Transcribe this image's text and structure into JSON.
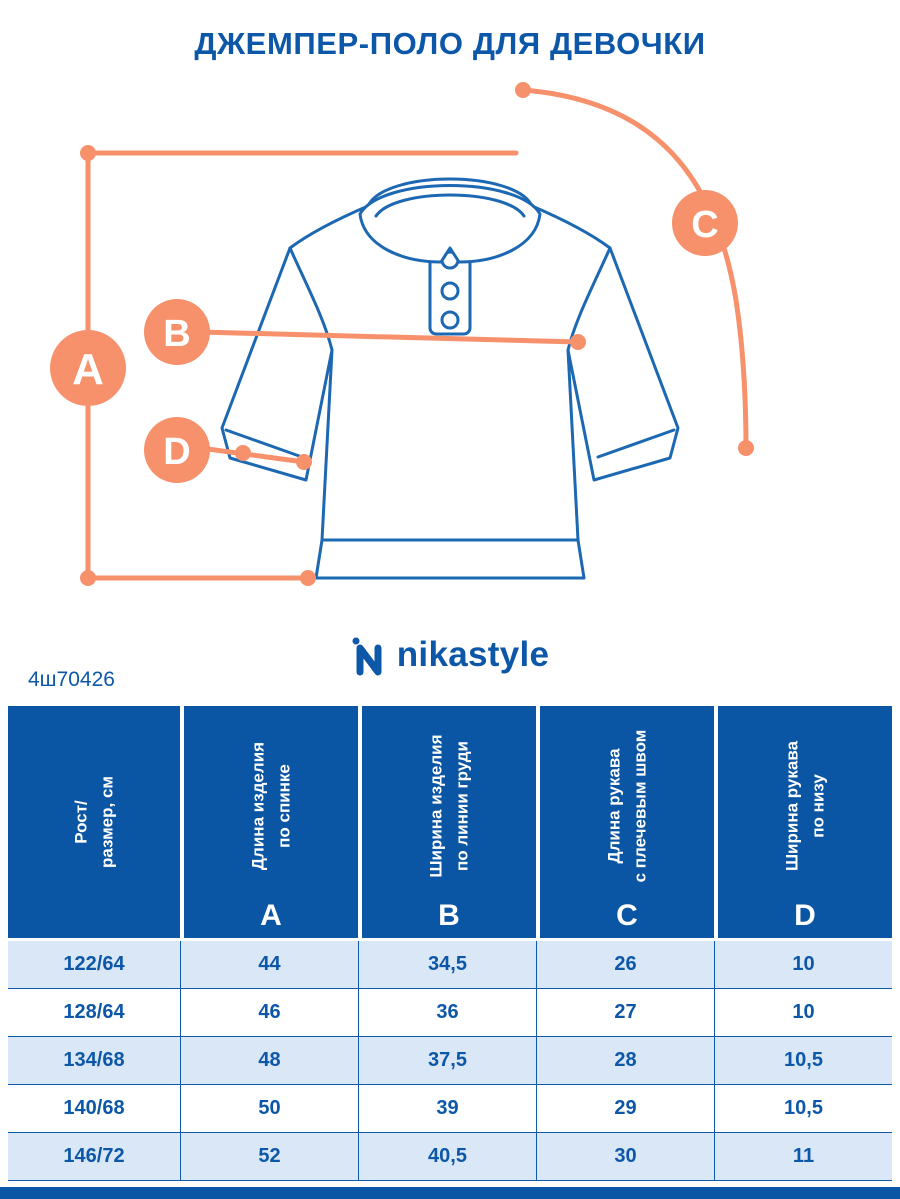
{
  "title": "ДЖЕМПЕР-ПОЛО ДЛЯ ДЕВОЧКИ",
  "article": "4ш70426",
  "brand": "nikastyle",
  "colors": {
    "blue_text": "#0d57a8",
    "drawing_blue": "#1d68b2",
    "orange": "#f6916c",
    "header_bg": "#0a55a4",
    "row_alt": "#d9e7f6"
  },
  "diagram": {
    "badges": [
      "A",
      "B",
      "C",
      "D"
    ]
  },
  "table": {
    "columns": [
      {
        "lines": [
          "Рост/",
          "размер, см"
        ],
        "letter": ""
      },
      {
        "lines": [
          "Длина изделия",
          "по спинке"
        ],
        "letter": "A"
      },
      {
        "lines": [
          "Ширина изделия",
          "по линии груди"
        ],
        "letter": "B"
      },
      {
        "lines": [
          "Длина рукава",
          "с плечевым швом"
        ],
        "letter": "C"
      },
      {
        "lines": [
          "Ширина рукава",
          "по низу"
        ],
        "letter": "D"
      }
    ],
    "rows": [
      [
        "122/64",
        "44",
        "34,5",
        "26",
        "10"
      ],
      [
        "128/64",
        "46",
        "36",
        "27",
        "10"
      ],
      [
        "134/68",
        "48",
        "37,5",
        "28",
        "10,5"
      ],
      [
        "140/68",
        "50",
        "39",
        "29",
        "10,5"
      ],
      [
        "146/72",
        "52",
        "40,5",
        "30",
        "11"
      ]
    ]
  }
}
